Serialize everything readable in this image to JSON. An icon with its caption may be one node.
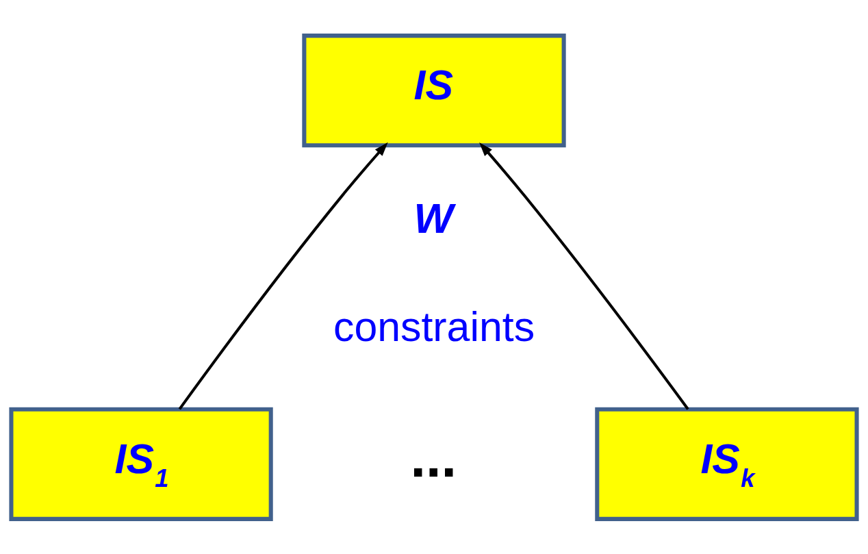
{
  "diagram": {
    "nodes": [
      {
        "text": [
          "IS"
        ]
      },
      {
        "text": [
          "IS$_{1}$"
        ]
      },
      {
        "text": [
          "IS$_{k}$"
        ]
      }
    ],
    "edges": [
      {
        "from": 1,
        "to": 0,
        "arrow": "to"
      },
      {
        "from": 2,
        "to": 0,
        "arrow": "to"
      }
    ],
    "labels": [
      "W",
      "constraints",
      "..."
    ]
  }
}
